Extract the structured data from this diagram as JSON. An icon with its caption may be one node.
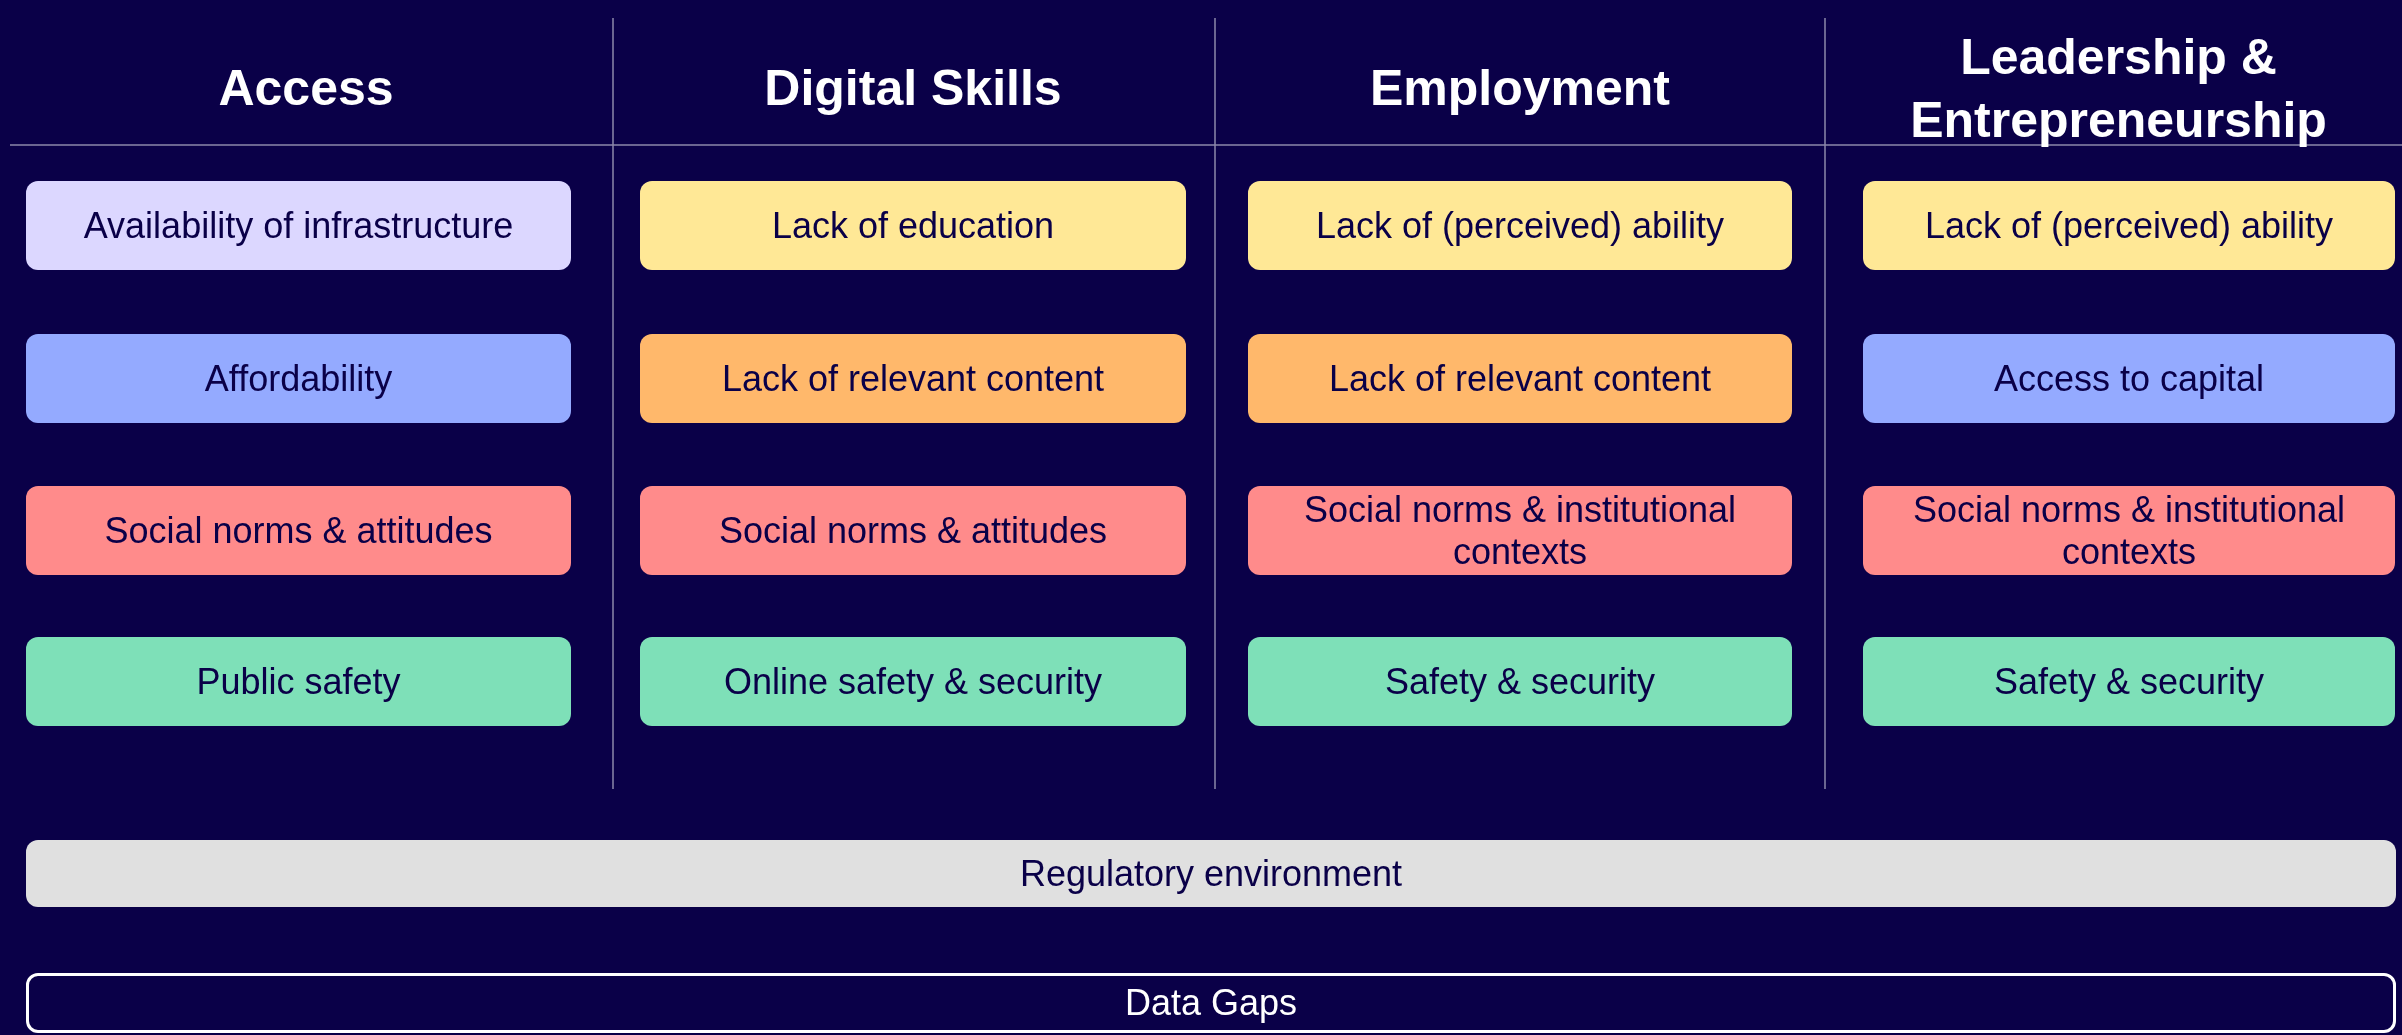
{
  "diagram": {
    "nodes": [
      {
        "text": [
          "Availability of infrastructure"
        ]
      },
      {
        "text": [
          "Lack of education"
        ]
      },
      {
        "text": [
          "Lack of (perceived) ability"
        ]
      },
      {
        "text": [
          "Lack of (perceived) ability"
        ]
      },
      {
        "text": [
          "Affordability"
        ]
      },
      {
        "text": [
          "Lack of relevant content"
        ]
      },
      {
        "text": [
          "Lack of relevant content"
        ]
      },
      {
        "text": [
          "Access to capital"
        ]
      },
      {
        "text": [
          "Social norms & attitudes"
        ]
      },
      {
        "text": [
          "Social norms & attitudes"
        ]
      },
      {
        "text": [
          "Social norms & institutional contexts"
        ]
      },
      {
        "text": [
          "Social norms & institutional contexts"
        ]
      },
      {
        "text": [
          "Public safety"
        ]
      },
      {
        "text": [
          "Online safety & security"
        ]
      },
      {
        "text": [
          "Safety & security"
        ]
      },
      {
        "text": [
          "Safety & security"
        ]
      },
      {
        "text": [
          "Regulatory environment"
        ]
      },
      {
        "text": [
          "Data Gaps"
        ]
      }
    ],
    "labels": [
      "Access",
      "Digital Skills",
      "Employment",
      "Leadership & Entrepreneurship"
    ]
  }
}
